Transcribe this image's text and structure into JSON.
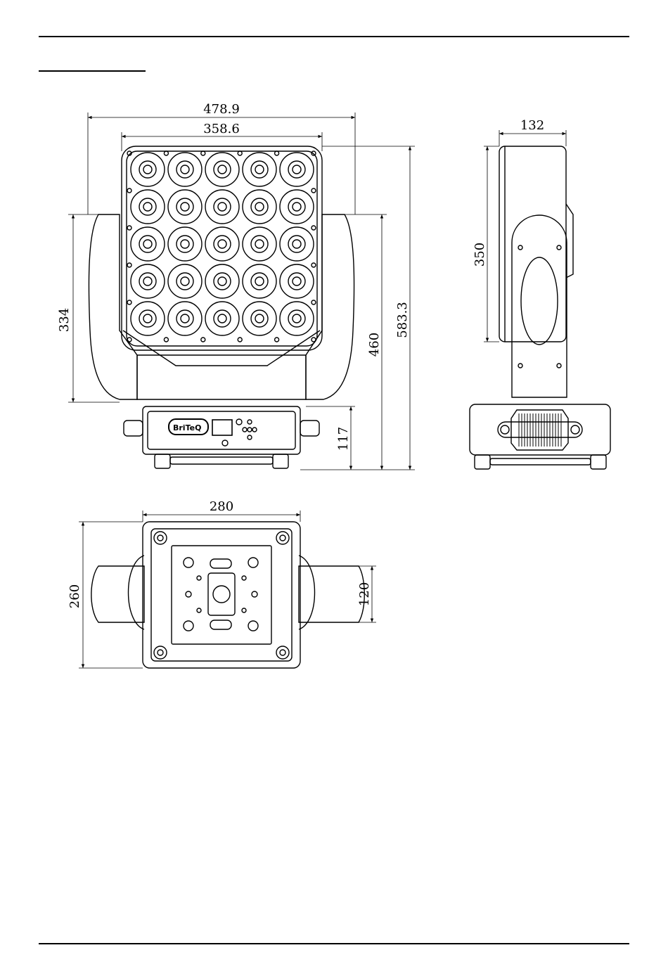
{
  "dimensions": {
    "front": {
      "overall_width": "478.9",
      "head_width": "358.6",
      "arm_height": "334",
      "yoke_height": "460",
      "overall_height": "583.3",
      "base_height": "117"
    },
    "side": {
      "depth": "132",
      "head_height": "350"
    },
    "bottom": {
      "base_width": "280",
      "base_depth": "260",
      "arm_depth": "120"
    }
  },
  "logo": {
    "brand": "BriTeQ"
  },
  "colors": {
    "line": "#000000",
    "background": "#ffffff"
  }
}
